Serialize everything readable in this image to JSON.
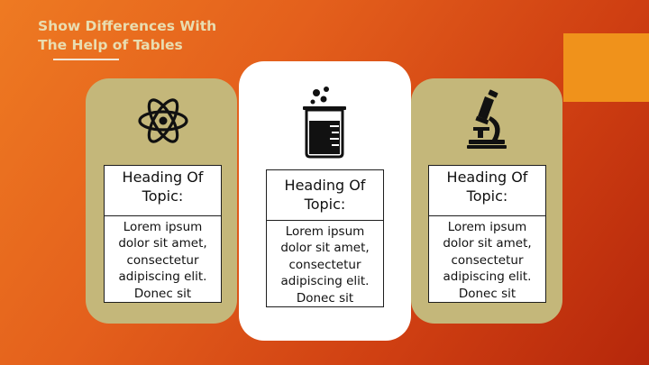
{
  "slide": {
    "title_line1": "Show Differences With",
    "title_line2": "The Help of Tables"
  },
  "cards": [
    {
      "icon": "atom-icon",
      "heading_line1": "Heading Of",
      "heading_line2": "Topic:",
      "body": [
        "Lorem ipsum",
        "dolor sit amet,",
        "consectetur",
        "adipiscing elit.",
        "Donec sit"
      ]
    },
    {
      "icon": "beaker-icon",
      "heading_line1": "Heading Of",
      "heading_line2": "Topic:",
      "body": [
        "Lorem ipsum",
        "dolor sit amet,",
        "consectetur",
        "adipiscing elit.",
        "Donec sit"
      ]
    },
    {
      "icon": "microscope-icon",
      "heading_line1": "Heading Of",
      "heading_line2": "Topic:",
      "body": [
        "Lorem ipsum",
        "dolor sit amet,",
        "consectetur",
        "adipiscing elit.",
        "Donec sit"
      ]
    }
  ],
  "colors": {
    "background_start": "#ee7a22",
    "background_end": "#b5270b",
    "title": "#e9ddb0",
    "side_card": "#c4b77a",
    "center_card": "#ffffff",
    "accent_square": "#f0921b"
  }
}
